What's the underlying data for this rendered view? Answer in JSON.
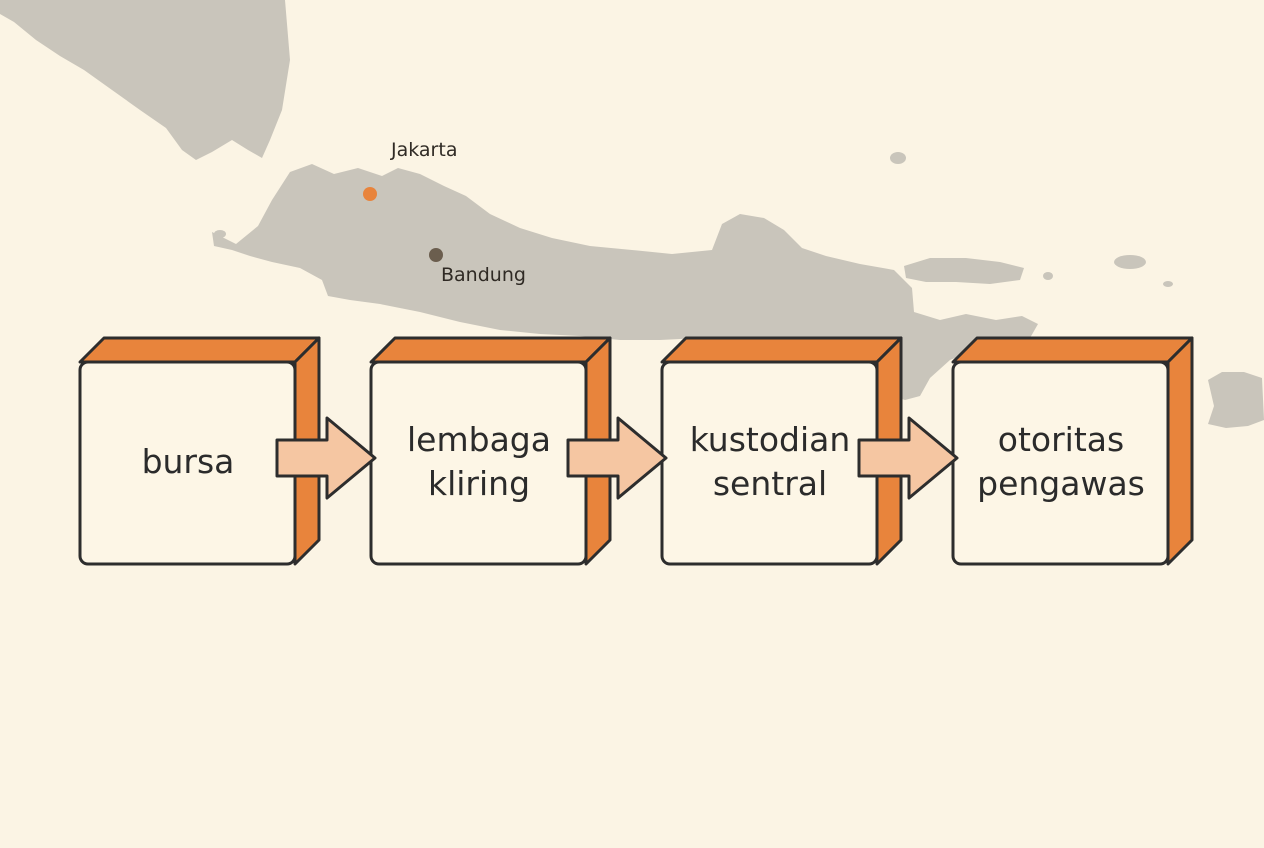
{
  "map": {
    "cities": [
      {
        "name": "Jakarta",
        "color": "#e8843c"
      },
      {
        "name": "Bandung",
        "color": "#6b5e4e"
      }
    ],
    "land_color": "#c9c5bb",
    "sea_color": "#fbf4e4"
  },
  "flow": {
    "steps": [
      {
        "label": "bursa"
      },
      {
        "label": "lembaga kliring"
      },
      {
        "label": "kustodian sentral"
      },
      {
        "label": "otoritas pengawas"
      }
    ],
    "colors": {
      "box_face": "#fdf6e6",
      "box_side": "#e8843c",
      "arrow_fill": "#f5c6a2",
      "outline": "#2d2d2d"
    }
  }
}
